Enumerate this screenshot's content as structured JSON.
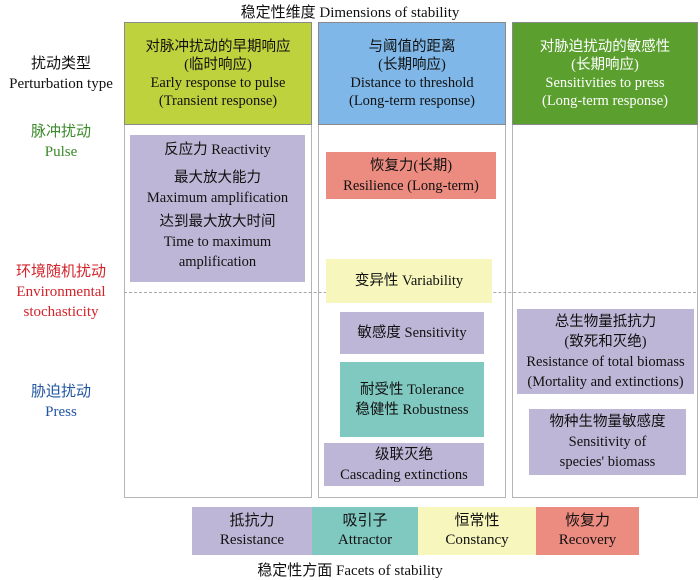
{
  "title": "稳定性维度 Dimensions of stability",
  "footer": "稳定性方面 Facets of stability",
  "colors": {
    "transient": "#bed23d",
    "distance": "#7fb8e8",
    "press_header": "#5ba02f",
    "resistance": "#beb6d6",
    "attractor": "#80c9c1",
    "constancy": "#f6f6bd",
    "recovery": "#ec8b7f",
    "pulse_label": "#3a8a2a",
    "env_label": "#d2232a",
    "press_label": "#2255a0"
  },
  "row_labels": {
    "perturbation": [
      "扰动类型",
      "Perturbation type"
    ],
    "pulse": [
      "脉冲扰动",
      "Pulse"
    ],
    "environmental": [
      "环境随机扰动",
      "Environmental",
      "stochasticity"
    ],
    "press": [
      "胁迫扰动",
      "Press"
    ]
  },
  "columns": [
    {
      "lines": [
        "对脉冲扰动的早期响应",
        "(临时响应)",
        "Early response to pulse",
        "(Transient response)"
      ]
    },
    {
      "lines": [
        "与阈值的距离",
        "(长期响应)",
        "Distance to threshold",
        "(Long-term response)"
      ]
    },
    {
      "lines": [
        "对胁迫扰动的敏感性",
        "(长期响应)",
        "Sensitivities to press",
        "(Long-term response)"
      ]
    }
  ],
  "boxes": {
    "reactivity": [
      "反应力 Reactivity",
      "最大放大能力",
      "Maximum amplification",
      "达到最大放大时间",
      "Time to maximum",
      "amplification"
    ],
    "resilience": [
      "恢复力(长期)",
      "Resilience (Long-term)"
    ],
    "variability": [
      "变异性 Variability"
    ],
    "sensitivity": [
      "敏感度 Sensitivity"
    ],
    "tolerance": [
      "耐受性 Tolerance",
      "稳健性 Robustness"
    ],
    "cascading": [
      "级联灭绝",
      "Cascading extinctions"
    ],
    "total_biomass": [
      "总生物量抵抗力",
      "(致死和灭绝)",
      "Resistance of total biomass",
      "(Mortality and extinctions)"
    ],
    "species_biomass": [
      "物种生物量敏感度",
      "Sensitivity of",
      "species' biomass"
    ]
  },
  "legend": [
    {
      "cn": "抵抗力",
      "en": "Resistance"
    },
    {
      "cn": "吸引子",
      "en": "Attractor"
    },
    {
      "cn": "恒常性",
      "en": "Constancy"
    },
    {
      "cn": "恢复力",
      "en": "Recovery"
    }
  ]
}
